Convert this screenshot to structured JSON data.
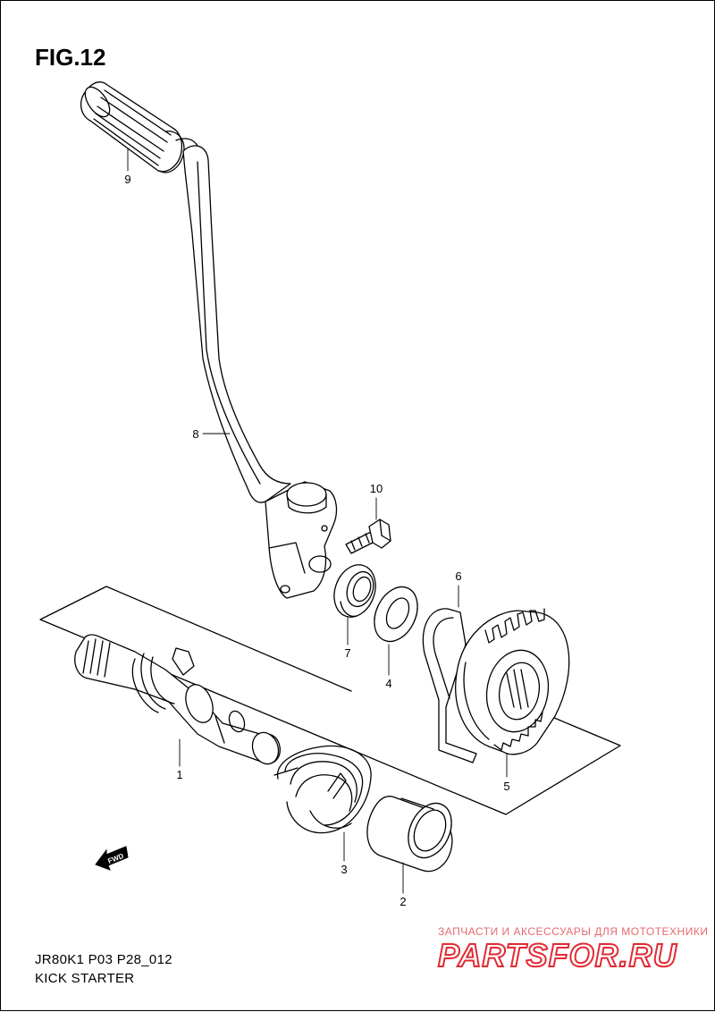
{
  "figure": {
    "title": "FIG.12"
  },
  "footer": {
    "model_code": "JR80K1 P03 P28_012",
    "section_name": "KICK STARTER"
  },
  "watermark": {
    "tagline": "ЗАПЧАСТИ И АКСЕССУАРЫ ДЛЯ МОТОТЕХНИКИ",
    "logo_text": "PARTSFOR.RU"
  },
  "direction_marker": {
    "label": "FWD",
    "icon": "fwd-arrow-icon"
  },
  "callouts": [
    {
      "id": "1",
      "label": "1"
    },
    {
      "id": "2",
      "label": "2"
    },
    {
      "id": "3",
      "label": "3"
    },
    {
      "id": "4",
      "label": "4"
    },
    {
      "id": "5",
      "label": "5"
    },
    {
      "id": "6",
      "label": "6"
    },
    {
      "id": "7",
      "label": "7"
    },
    {
      "id": "8",
      "label": "8"
    },
    {
      "id": "9",
      "label": "9"
    },
    {
      "id": "10",
      "label": "10"
    }
  ]
}
